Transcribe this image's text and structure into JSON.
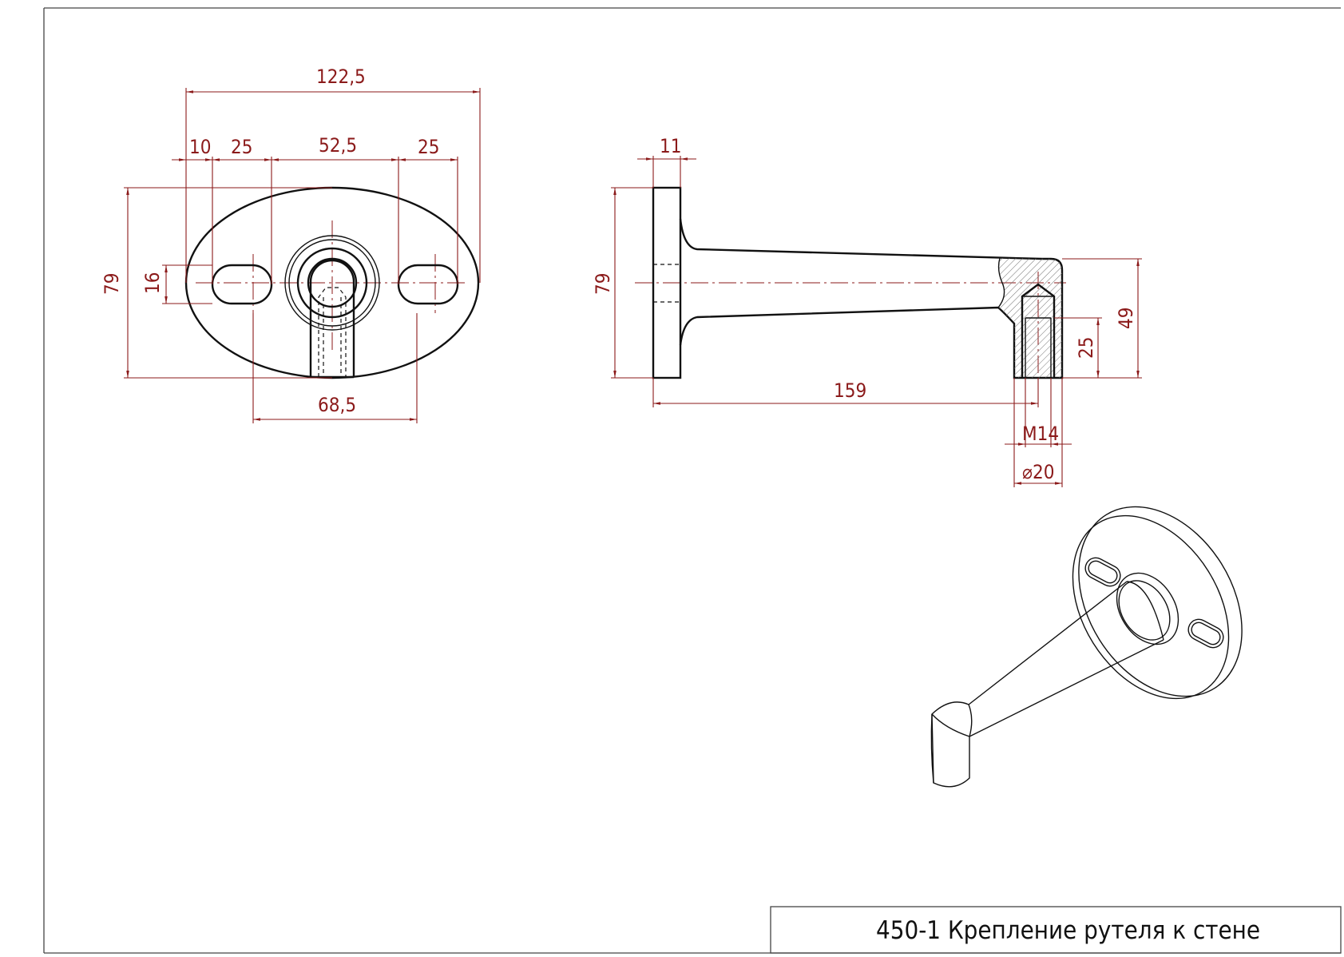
{
  "title_block": {
    "title": "450-1 Крепление рутеля к стене"
  },
  "front_view": {
    "dims": {
      "overall_width": "122,5",
      "edge_to_slot": "10",
      "slot_left": "25",
      "between_slots": "52,5",
      "slot_right": "25",
      "height": "79",
      "slot_height": "16",
      "slot_center_distance": "68,5"
    }
  },
  "side_view": {
    "dims": {
      "flange_thickness": "11",
      "flange_height": "79",
      "length": "159",
      "arm_height": "49",
      "thread_depth": "25",
      "thread": "M14",
      "diameter": "⌀20"
    }
  },
  "colors": {
    "dimension": "#8b1a1a",
    "outline": "#111111"
  }
}
